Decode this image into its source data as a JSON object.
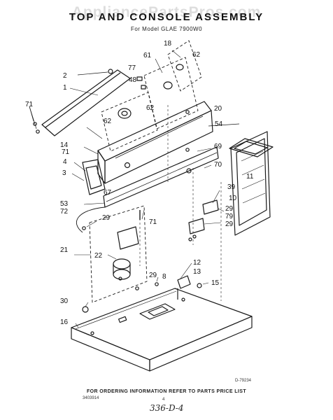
{
  "header": {
    "title": "TOP AND CONSOLE ASSEMBLY",
    "model": "For Model GLAE 7900W0",
    "watermark": "AppliancePartsPros.com"
  },
  "callouts": {
    "c2": "2",
    "c77": "77",
    "c48": "48",
    "c1": "1",
    "c71a": "71",
    "c62a": "62",
    "c61": "61",
    "c18": "18",
    "c62b": "62",
    "c62c": "62",
    "c20": "20",
    "c54": "54",
    "c14": "14",
    "c71b": "71",
    "c4": "4",
    "c3": "3",
    "c67": "67",
    "c69": "69",
    "c70": "70",
    "c11": "11",
    "c53": "53",
    "c72": "72",
    "c29a": "29",
    "c71c": "71",
    "c39": "39",
    "c10": "10",
    "c29b": "29",
    "c79": "79",
    "c29c": "29",
    "c21": "21",
    "c22": "22",
    "c29d": "29",
    "c8": "8",
    "c12": "12",
    "c13": "13",
    "c15": "15",
    "c30": "30",
    "c16": "16"
  },
  "footer": {
    "ordering_note": "FOR ORDERING INFORMATION REFER TO PARTS PRICE LIST",
    "page_number": "4",
    "doc_id": "3403914",
    "figure_id": "D-79234",
    "handwritten_note": "336-D-4"
  }
}
